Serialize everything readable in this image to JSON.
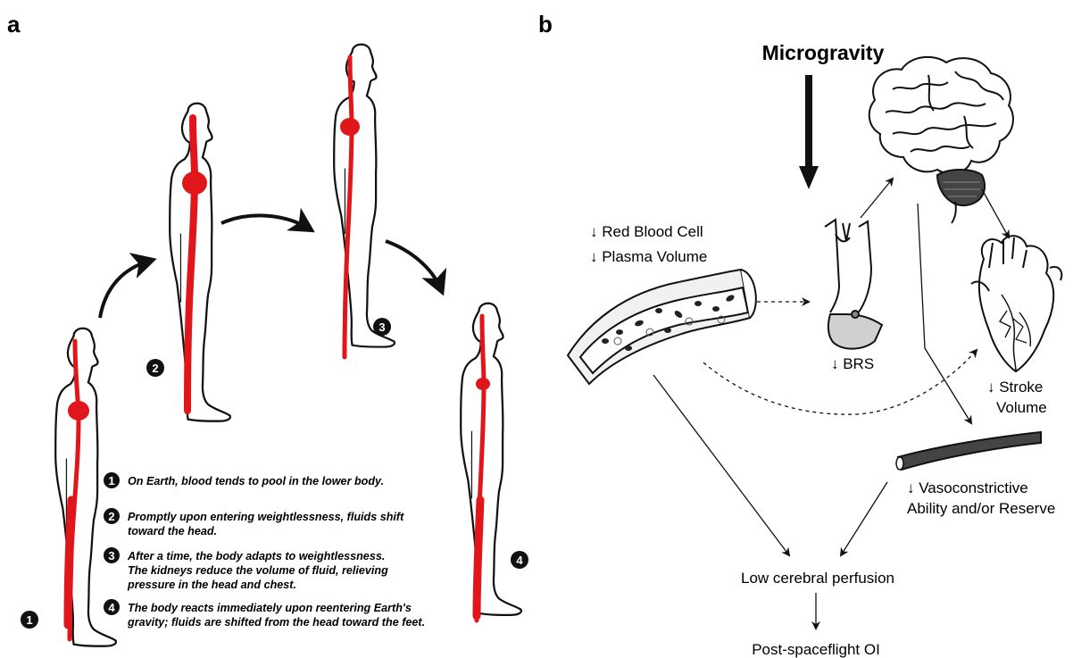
{
  "panel_a": {
    "letter": "a",
    "stage_numbers": [
      "1",
      "2",
      "3",
      "4"
    ],
    "legend": [
      {
        "number": "1",
        "lines": [
          "On Earth, blood tends to pool in the lower body."
        ]
      },
      {
        "number": "2",
        "lines": [
          "Promptly upon entering weightlessness, fluids shift",
          "toward the head."
        ]
      },
      {
        "number": "3",
        "lines": [
          "After a time, the body adapts to weightlessness.",
          "The kidneys reduce the volume of fluid, relieving",
          "pressure in the head and chest."
        ]
      },
      {
        "number": "4",
        "lines": [
          "The body reacts immediately upon reentering Earth's",
          "gravity; fluids are shifted from the head toward the feet."
        ]
      }
    ]
  },
  "panel_b": {
    "letter": "b",
    "title": "Microgravity",
    "labels": {
      "red_blood_cell": "↓ Red Blood Cell",
      "plasma_volume": "↓ Plasma Volume",
      "brs": "↓ BRS",
      "stroke_line1": "↓ Stroke",
      "stroke_line2": "Volume",
      "vaso_line1": "↓ Vasoconstrictive",
      "vaso_line2": "Ability and/or Reserve",
      "low_perfusion": "Low cerebral perfusion",
      "post_oi": "Post-spaceflight OI"
    },
    "colors": {
      "blood": "#e0161b",
      "ink": "#111111"
    }
  }
}
